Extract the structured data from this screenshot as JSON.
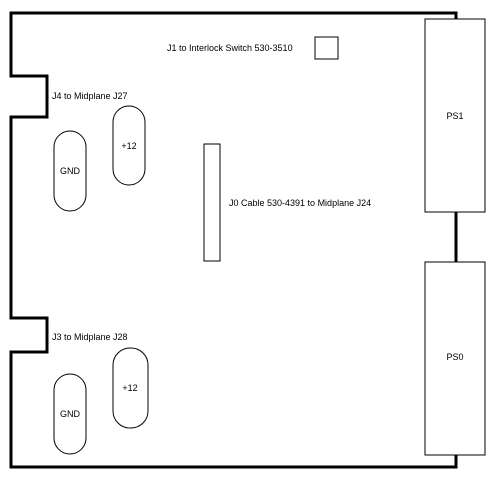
{
  "labels": {
    "j1": "J1 to Interlock Switch 530-3510",
    "j4": "J4 to Midplane J27",
    "j3": "J3 to Midplane J28",
    "j0": "J0 Cable 530-4391 to Midplane J24",
    "ps1": "PS1",
    "ps0": "PS0",
    "gnd_top": "GND",
    "plus12_top": "+12",
    "gnd_bottom": "GND",
    "plus12_bottom": "+12"
  },
  "colors": {
    "line": "#000000",
    "background": "#ffffff"
  }
}
